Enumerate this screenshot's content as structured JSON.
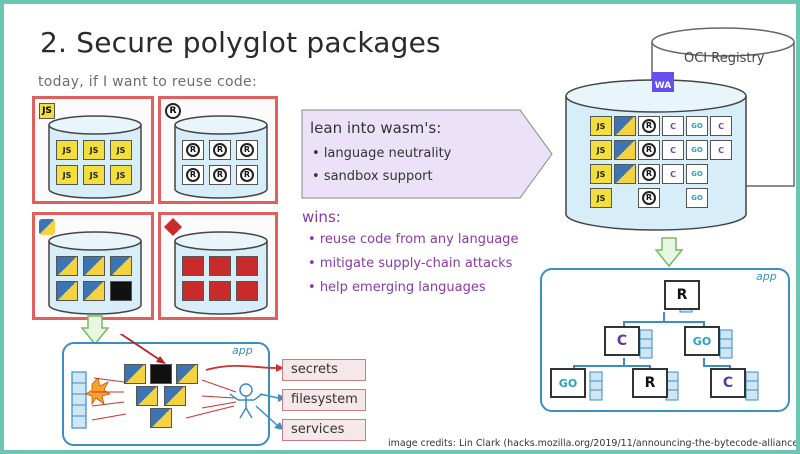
{
  "slide": {
    "title": "2. Secure polyglot packages",
    "subtitle": "today, if I want to reuse code:"
  },
  "lang_boxes": [
    {
      "id": "js",
      "badge": "JS",
      "tile": "JS"
    },
    {
      "id": "r",
      "badge": "R",
      "tile": "R"
    },
    {
      "id": "python",
      "badge": "py",
      "tile": ""
    },
    {
      "id": "ruby",
      "badge": "rb",
      "tile": ""
    }
  ],
  "panel": {
    "title": "lean into wasm's:",
    "bullets": [
      "language neutrality",
      "sandbox support"
    ]
  },
  "wins": {
    "title": "wins:",
    "items": [
      "reuse code from any language",
      "mitigate supply-chain attacks",
      "help emerging languages"
    ]
  },
  "left_app": {
    "label": "app",
    "resources": [
      "secrets",
      "filesystem",
      "services"
    ]
  },
  "registry": {
    "label": "OCI Registry",
    "badge": "WA",
    "tile_labels": {
      "js": "JS",
      "r": "R",
      "c": "C",
      "go": "GO"
    }
  },
  "right_app": {
    "label": "app",
    "nodes": [
      "R",
      "C",
      "GO",
      "GO",
      "R",
      "C"
    ]
  },
  "credits": "image credits: Lin Clark (hacks.mozilla.org/2019/11/announcing-the-bytecode-alliance)",
  "colors": {
    "frame": "#6dc6b3",
    "red_box": "#e05f5f",
    "purple_panel": "#ebe2f7",
    "wins_text": "#8a3aa8",
    "app_border": "#3b8ec4",
    "cylinder": "#d7eef8"
  }
}
